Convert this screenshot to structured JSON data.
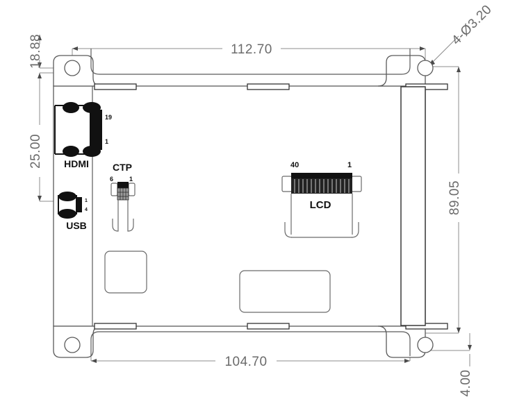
{
  "drawing": {
    "title": "LCD display board mechanical outline drawing",
    "units": "mm",
    "line_color": "#5a5a5a",
    "dim_color": "#6b6b6b",
    "part_color": "#111111"
  },
  "dimensions": {
    "top_width": "112.70",
    "bottom_width": "104.70",
    "right_height": "89.05",
    "left_top_offset": "18.88",
    "left_mid_span": "25.00",
    "bottom_right_offset": "4.00",
    "hole_callout": "4-Ø3.20"
  },
  "connectors": [
    {
      "name": "HDMI",
      "label": "HDMI",
      "pin_high": "19",
      "pin_low": "1"
    },
    {
      "name": "USB",
      "label": "USB",
      "pin_high": "1",
      "pin_low": "4"
    },
    {
      "name": "CTP",
      "label": "CTP",
      "pin_high": "6",
      "pin_low": "1"
    },
    {
      "name": "LCD",
      "label": "LCD",
      "pin_high": "40",
      "pin_low": "1"
    }
  ]
}
